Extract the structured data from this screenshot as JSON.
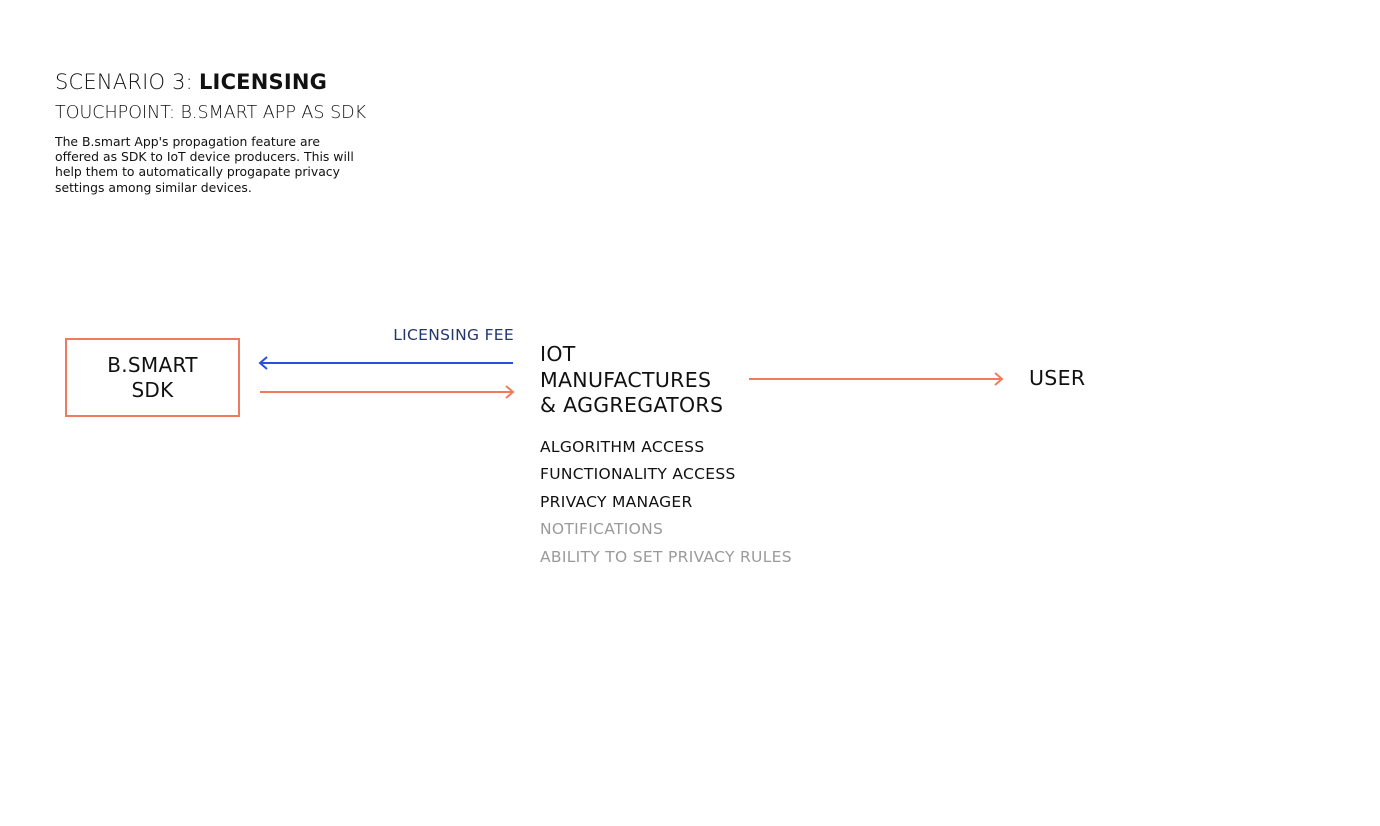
{
  "header": {
    "scenario_prefix": "SCENARIO 3:",
    "scenario_title": "LICENSING",
    "touchpoint": "TOUCHPOINT: B.SMART APP AS SDK",
    "description": "The B.smart App's propagation feature are offered as SDK to IoT device producers. This will help them to automatically progapate privacy settings among similar devices."
  },
  "nodes": {
    "sdk": {
      "line1": "B.SMART",
      "line2": "SDK"
    },
    "iot": {
      "line1": "IOT",
      "line2": "MANUFACTURES",
      "line3": "& AGGREGATORS"
    },
    "user": "USER"
  },
  "edges": {
    "licensing_fee": "LICENSING FEE"
  },
  "benefits": [
    {
      "label": "ALGORITHM ACCESS",
      "active": true
    },
    {
      "label": "FUNCTIONALITY ACCESS",
      "active": true
    },
    {
      "label": "PRIVACY MANAGER",
      "active": true
    },
    {
      "label": "NOTIFICATIONS",
      "active": false
    },
    {
      "label": "ABILITY TO SET PRIVACY RULES",
      "active": false
    }
  ],
  "colors": {
    "accent_orange": "#f07a60",
    "accent_blue": "#2a4fd8",
    "fee_text": "#22366b",
    "inactive_text": "#9a9a9a"
  }
}
